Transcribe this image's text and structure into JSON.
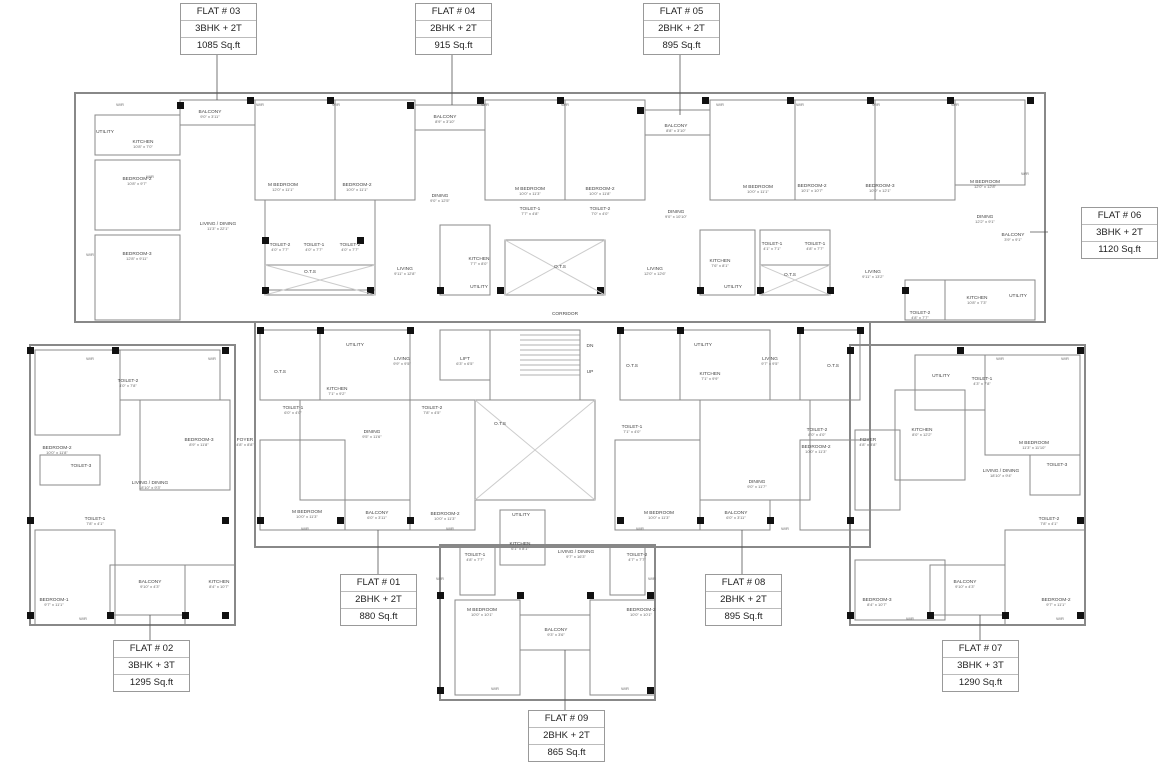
{
  "flats": [
    {
      "id": "FLAT # 03",
      "type": "3BHK + 2T",
      "area": "1085 Sq.ft"
    },
    {
      "id": "FLAT # 04",
      "type": "2BHK + 2T",
      "area": "915 Sq.ft"
    },
    {
      "id": "FLAT # 05",
      "type": "2BHK + 2T",
      "area": "895 Sq.ft"
    },
    {
      "id": "FLAT # 06",
      "type": "3BHK + 2T",
      "area": "1120 Sq.ft"
    },
    {
      "id": "FLAT # 01",
      "type": "2BHK + 2T",
      "area": "880 Sq.ft"
    },
    {
      "id": "FLAT # 08",
      "type": "2BHK + 2T",
      "area": "895 Sq.ft"
    },
    {
      "id": "FLAT # 02",
      "type": "3BHK + 3T",
      "area": "1295 Sq.ft"
    },
    {
      "id": "FLAT # 07",
      "type": "3BHK + 3T",
      "area": "1290 Sq.ft"
    },
    {
      "id": "FLAT # 09",
      "type": "2BHK + 2T",
      "area": "865 Sq.ft"
    }
  ],
  "rooms": [
    {
      "name": "BALCONY",
      "dim": "9'0\" x 3'11\""
    },
    {
      "name": "UTILITY",
      "dim": ""
    },
    {
      "name": "KITCHEN",
      "dim": "10'8\" x 7'0\""
    },
    {
      "name": "BEDROOM-2",
      "dim": "10'8\" x 9'7\""
    },
    {
      "name": "BEDROOM-3",
      "dim": "12'8\" x 9'11\""
    },
    {
      "name": "LIVING / DINING",
      "dim": "11'3\" x 22'1\""
    },
    {
      "name": "M BEDROOM",
      "dim": "12'0\" x 11'1\""
    },
    {
      "name": "BEDROOM-2",
      "dim": "10'0\" x 11'1\""
    },
    {
      "name": "TOILET-2",
      "dim": "4'0\" x 7'7\""
    },
    {
      "name": "TOILET-1",
      "dim": "4'0\" x 7'7\""
    },
    {
      "name": "TOILET-2",
      "dim": "4'0\" x 7'7\""
    },
    {
      "name": "O.T.S",
      "dim": ""
    },
    {
      "name": "LIVING",
      "dim": "9'11\" x 12'8\""
    },
    {
      "name": "KITCHEN",
      "dim": "7'7\" x 8'0\""
    },
    {
      "name": "UTILITY",
      "dim": ""
    },
    {
      "name": "BALCONY",
      "dim": "8'9\" x 3'10\""
    },
    {
      "name": "DINING",
      "dim": "9'0\" x 12'5\""
    },
    {
      "name": "M BEDROOM",
      "dim": "10'0\" x 11'3\""
    },
    {
      "name": "BEDROOM-2",
      "dim": "10'0\" x 11'8\""
    },
    {
      "name": "TOILET-1",
      "dim": "7'7\" x 4'8\""
    },
    {
      "name": "TOILET-2",
      "dim": "7'0\" x 4'0\""
    },
    {
      "name": "O.T.S",
      "dim": ""
    },
    {
      "name": "LIVING",
      "dim": "12'0\" x 12'6\""
    },
    {
      "name": "BALCONY",
      "dim": "8'8\" x 3'10\""
    },
    {
      "name": "DINING",
      "dim": "9'0\" x 10'10\""
    },
    {
      "name": "KITCHEN",
      "dim": "7'6\" x 8'1\""
    },
    {
      "name": "UTILITY",
      "dim": ""
    },
    {
      "name": "M BEDROOM",
      "dim": "10'0\" x 11'1\""
    },
    {
      "name": "TOILET-1",
      "dim": "4'1\" x 7'1\""
    },
    {
      "name": "BEDROOM-2",
      "dim": "10'1\" x 10'7\""
    },
    {
      "name": "TOILET-1",
      "dim": "4'8\" x 7'7\""
    },
    {
      "name": "O.T.S",
      "dim": ""
    },
    {
      "name": "LIVING",
      "dim": "9'11\" x 13'2\""
    },
    {
      "name": "BEDROOM-3",
      "dim": "10'0\" x 12'1\""
    },
    {
      "name": "M BEDROOM",
      "dim": "12'0\" x 12'8\""
    },
    {
      "name": "DINING",
      "dim": "12'2\" x 9'1\""
    },
    {
      "name": "BALCONY",
      "dim": "3'9\" x 9'1\""
    },
    {
      "name": "KITCHEN",
      "dim": "10'8\" x 7'3\""
    },
    {
      "name": "UTILITY",
      "dim": ""
    },
    {
      "name": "TOILET-2",
      "dim": "4'8\" x 7'7\""
    },
    {
      "name": "CORRIDOR",
      "dim": ""
    },
    {
      "name": "UTILITY",
      "dim": ""
    },
    {
      "name": "LIVING",
      "dim": "9'9\" x 9'5\""
    },
    {
      "name": "LIFT",
      "dim": "6'3\" x 6'5\""
    },
    {
      "name": "DN",
      "dim": ""
    },
    {
      "name": "UP",
      "dim": ""
    },
    {
      "name": "O.T.S",
      "dim": ""
    },
    {
      "name": "KITCHEN",
      "dim": "7'1\" x 9'2\""
    },
    {
      "name": "TOILET-1",
      "dim": "6'0\" x 4'0\""
    },
    {
      "name": "DINING",
      "dim": "9'5\" x 11'6\""
    },
    {
      "name": "TOILET-2",
      "dim": "7'8\" x 4'5\""
    },
    {
      "name": "M BEDROOM",
      "dim": "10'0\" x 11'3\""
    },
    {
      "name": "BALCONY",
      "dim": "6'0\" x 3'11\""
    },
    {
      "name": "BEDROOM-2",
      "dim": "10'0\" x 11'3\""
    },
    {
      "name": "O.T.S",
      "dim": ""
    },
    {
      "name": "UTILITY",
      "dim": ""
    },
    {
      "name": "KITCHEN",
      "dim": "6'1\" x 8'1\""
    },
    {
      "name": "TOILET-1",
      "dim": "4'8\" x 7'7\""
    },
    {
      "name": "LIVING / DINING",
      "dim": "9'7\" x 16'3\""
    },
    {
      "name": "TOILET-2",
      "dim": "4'7\" x 7'7\""
    },
    {
      "name": "M BEDROOM",
      "dim": "10'0\" x 10'1\""
    },
    {
      "name": "BALCONY",
      "dim": "9'3\" x 3'6\""
    },
    {
      "name": "BEDROOM-2",
      "dim": "10'0\" x 10'1\""
    },
    {
      "name": "UTILITY",
      "dim": ""
    },
    {
      "name": "LIVING",
      "dim": "9'7\" x 9'5\""
    },
    {
      "name": "O.T.S",
      "dim": ""
    },
    {
      "name": "O.T.S",
      "dim": ""
    },
    {
      "name": "KITCHEN",
      "dim": "7'1\" x 9'9\""
    },
    {
      "name": "TOILET-1",
      "dim": "7'1\" x 4'0\""
    },
    {
      "name": "TOILET-2",
      "dim": "8'0\" x 4'0\""
    },
    {
      "name": "BEDROOM-2",
      "dim": "10'0\" x 11'3\""
    },
    {
      "name": "DINING",
      "dim": "9'0\" x 11'7\""
    },
    {
      "name": "M BEDROOM",
      "dim": "10'0\" x 11'3\""
    },
    {
      "name": "BALCONY",
      "dim": "6'0\" x 3'11\""
    },
    {
      "name": "TOILET-2",
      "dim": "4'0\" x 7'8\""
    },
    {
      "name": "BEDROOM-2",
      "dim": "10'0\" x 11'8\""
    },
    {
      "name": "BEDROOM-3",
      "dim": "8'9\" x 11'8\""
    },
    {
      "name": "FOYER",
      "dim": "4'8\" x 8'8\""
    },
    {
      "name": "TOILET-3",
      "dim": ""
    },
    {
      "name": "LIVING / DINING",
      "dim": "18'10\" x 9'3\""
    },
    {
      "name": "TOILET-1",
      "dim": "7'8\" x 4'1\""
    },
    {
      "name": "BEDROOM-1",
      "dim": "9'7\" x 11'1\""
    },
    {
      "name": "BALCONY",
      "dim": "9'10\" x 4'3\""
    },
    {
      "name": "KITCHEN",
      "dim": "8'4\" x 10'7\""
    },
    {
      "name": "UTILITY",
      "dim": ""
    },
    {
      "name": "TOILET-1",
      "dim": "4'3\" x 7'8\""
    },
    {
      "name": "KITCHEN",
      "dim": "8'0\" x 12'2\""
    },
    {
      "name": "M BEDROOM",
      "dim": "11'3\" x 11'10\""
    },
    {
      "name": "FOYER",
      "dim": "4'8\" x 8'8\""
    },
    {
      "name": "TOILET-3",
      "dim": ""
    },
    {
      "name": "LIVING / DINING",
      "dim": "18'10\" x 9'4\""
    },
    {
      "name": "TOILET-2",
      "dim": "7'8\" x 4'1\""
    },
    {
      "name": "BEDROOM-3",
      "dim": "8'4\" x 10'7\""
    },
    {
      "name": "BALCONY",
      "dim": "9'10\" x 4'3\""
    },
    {
      "name": "BEDROOM-2",
      "dim": "9'7\" x 11'1\""
    }
  ],
  "wardrobe_label": "W/R"
}
